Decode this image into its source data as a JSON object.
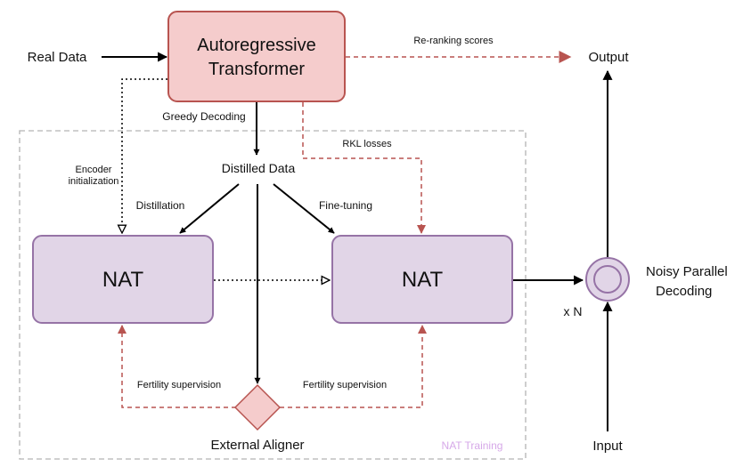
{
  "nodes": {
    "real_data": "Real Data",
    "ar_line1": "Autoregressive",
    "ar_line2": "Transformer",
    "output": "Output",
    "distilled_data": "Distilled Data",
    "nat_left": "NAT",
    "nat_right": "NAT",
    "noisy_line1": "Noisy Parallel",
    "noisy_line2": "Decoding",
    "input": "Input",
    "external_aligner": "External Aligner",
    "times_n": "x N"
  },
  "edges": {
    "reranking": "Re-ranking scores",
    "greedy": "Greedy Decoding",
    "rkl": "RKL losses",
    "encoder_line1": "Encoder",
    "encoder_line2": "initialization",
    "distillation": "Distillation",
    "finetuning": "Fine-tuning",
    "fertility_left": "Fertility supervision",
    "fertility_right": "Fertility supervision"
  },
  "groups": {
    "nat_training": "NAT Training"
  },
  "colors": {
    "ar_fill": "#f5cccc",
    "ar_stroke": "#b85450",
    "nat_fill": "#e1d5e7",
    "nat_stroke": "#9673a6",
    "red_line": "#b85450",
    "group_label": "#d6a8e8"
  }
}
